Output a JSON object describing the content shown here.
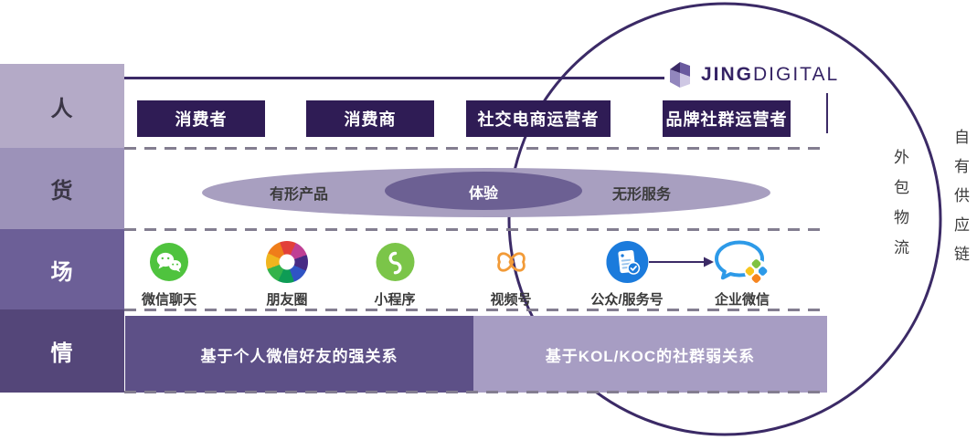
{
  "sidebar": {
    "rows": [
      "人",
      "货",
      "场",
      "情"
    ]
  },
  "logo": {
    "brand_bold": "JING",
    "brand_light": "DIGITAL"
  },
  "roles": [
    "消费者",
    "消费商",
    "社交电商运营者",
    "品牌社群运营者"
  ],
  "goods": {
    "left": "有形产品",
    "center": "体验",
    "right": "无形服务"
  },
  "channels": [
    {
      "label": "微信聊天",
      "icon": "wechat-icon"
    },
    {
      "label": "朋友圈",
      "icon": "moments-icon"
    },
    {
      "label": "小程序",
      "icon": "miniprogram-icon"
    },
    {
      "label": "视频号",
      "icon": "channels-icon"
    },
    {
      "label": "公众/服务号",
      "icon": "official-account-icon"
    },
    {
      "label": "企业微信",
      "icon": "wecom-icon"
    }
  ],
  "relations": {
    "strong": "基于个人微信好友的强关系",
    "weak": "基于KOL/KOC的社群弱关系"
  },
  "logistics": {
    "inside_circle": "外包物流",
    "outside_circle": "自有供应链"
  },
  "colors": {
    "row_person_bg": "#b4aac7",
    "row_goods_bg": "#9c92b9",
    "row_place_bg": "#6c5f97",
    "row_emotion_bg": "#544679",
    "role_button_bg": "#2f1c55",
    "ellipse_outer": "#a89fc0",
    "ellipse_inner": "#6c6093",
    "bar_strong_bg": "#5d5087",
    "bar_weak_bg": "#a79dc3",
    "accent_dark_purple": "#3b2a66",
    "wechat_green": "#4fc33e",
    "miniprogram_green": "#7bc549",
    "channels_orange": "#f29b38",
    "official_blue": "#1b7bdc",
    "wecom_blue": "#2d9ae8"
  }
}
